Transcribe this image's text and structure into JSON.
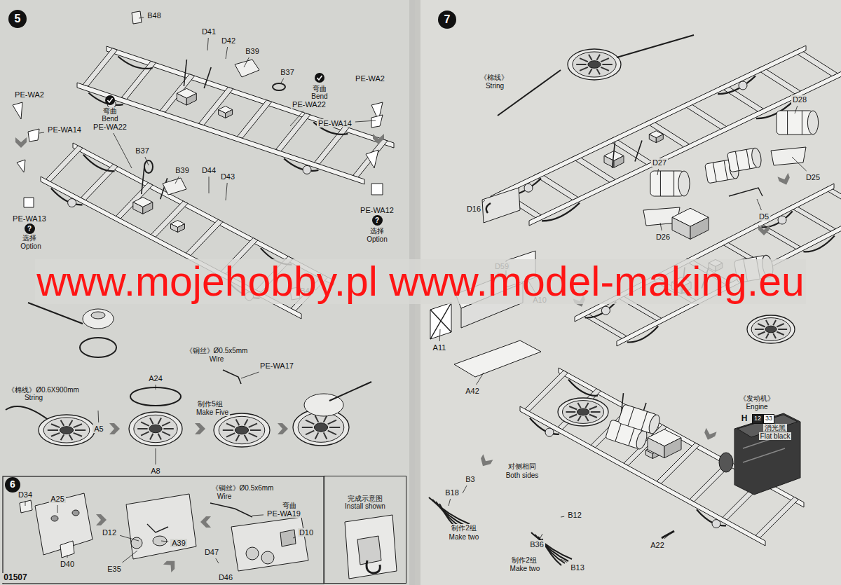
{
  "diagram": {
    "nodes": [
      {
        "text": [
          "5"
        ]
      },
      {
        "text": [
          "?"
        ]
      },
      {
        "text": [
          "?"
        ]
      },
      {
        "text": [
          "6"
        ]
      },
      {
        "text": [
          "完成示意图",
          "Install shown"
        ]
      },
      {
        "text": [
          "7"
        ]
      },
      {
        "text": [
          "12"
        ]
      },
      {
        "text": [
          "33"
        ]
      }
    ],
    "labels": [
      "B48",
      "D41",
      "D42",
      "B39",
      "B37",
      "弯曲",
      "Bend",
      "PE-WA22",
      "PE-WA2",
      "PE-WA14",
      "PE-WA2",
      "PE-WA14",
      "弯曲",
      "Bend",
      "PE-WA22",
      "B37",
      "B39",
      "D44",
      "D43",
      "PE-WA12",
      "选择",
      "Option",
      "PE-WA13",
      "选择",
      "Option",
      "B48",
      "A5",
      "A24",
      "《铜丝》Ø0.5x5mm",
      "Wire",
      "PE-WA17",
      "《棉线》Ø0.6X900mm",
      "String",
      "制作5组",
      "Make Five",
      "A8",
      "01507",
      "D34",
      "A25",
      "D12",
      "D40",
      "E35",
      "A39",
      "《铜丝》Ø0.5x6mm",
      "Wire",
      "弯曲",
      "PE-WA19",
      "D47",
      "D46",
      "D10",
      "《棉线》",
      "String",
      "D28",
      "D25",
      "D27",
      "D5",
      "D26",
      "D16",
      "D59",
      "A10",
      "A11",
      "A42",
      "《发动机》",
      "Engine",
      "H",
      "消光黑",
      "Flat black",
      "对侧相同",
      "Both sides",
      "B3",
      "B18",
      "制作2组",
      "Make two",
      "B12",
      "B36",
      "制作2组",
      "Make two",
      "B13",
      "A22",
      "www.mojehobby.pl www.model-making.eu"
    ]
  }
}
